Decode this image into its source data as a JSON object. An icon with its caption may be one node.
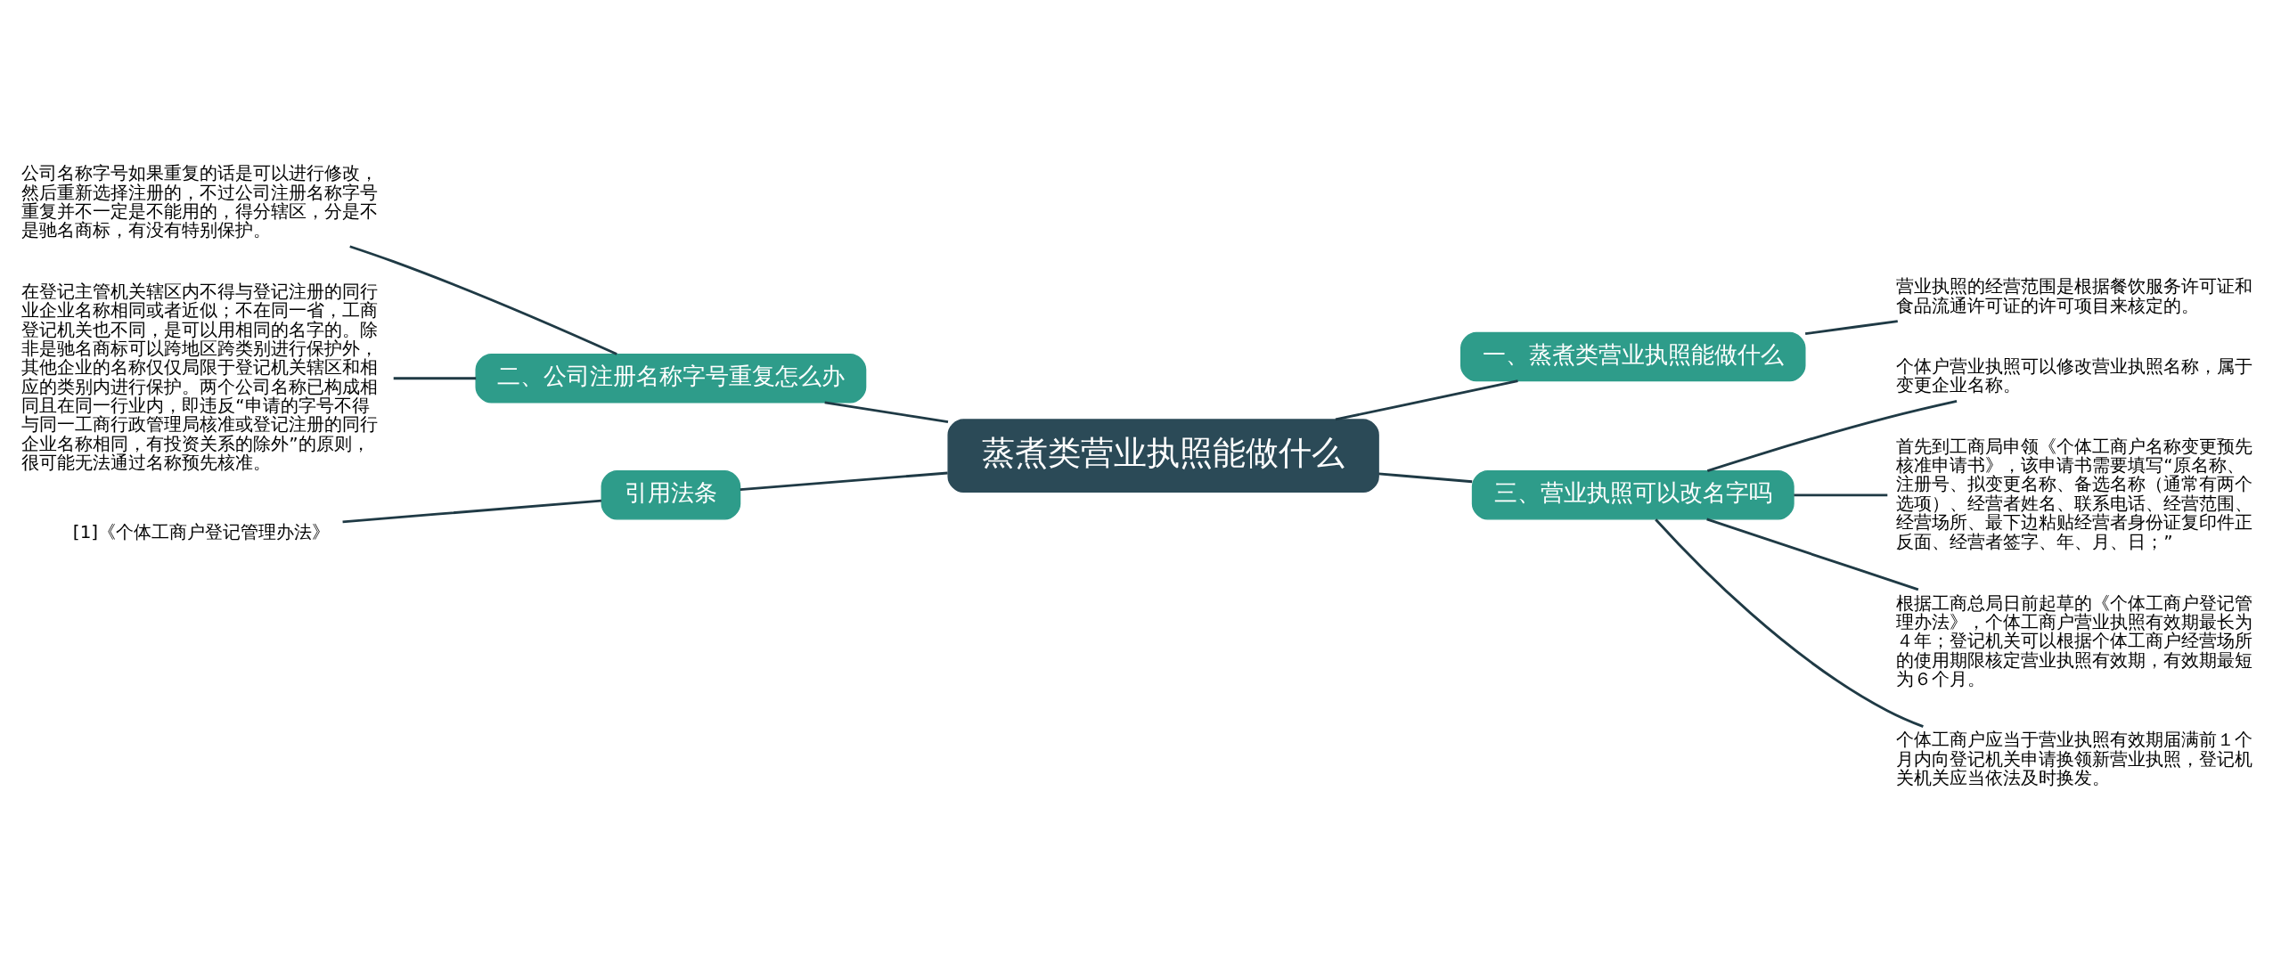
{
  "diagram": {
    "nodes": [
      {
        "text": [
          "蒸煮类营业执照能做什么"
        ]
      },
      {
        "text": [
          "一、蒸煮类营业执照能做什么"
        ]
      },
      {
        "text": [
          "营业执照的经营范围是根据餐饮服务许可证和食品流通许可证的许可项目来核定的。"
        ]
      },
      {
        "text": [
          "二、公司注册名称字号重复怎么办"
        ]
      },
      {
        "text": [
          "公司名称字号如果重复的话是可以进行修改，然后重新选择注册的，不过公司注册名称字号重复并不一定是不能用的，得分辖区，分是不是驰名商标，有没有特别保护。"
        ]
      },
      {
        "text": [
          "在登记主管机关辖区内不得与登记注册的同行业企业名称相同或者近似；不在同一省，工商登记机关也不同，是可以用相同的名字的。除非是驰名商标可以跨地区跨类别进行保护外，其他企业的名称仅仅局限于登记机关辖区和相应的类别内进行保护。两个公司名称已构成相同且在同一行业内，即违反“申请的字号不得与同一工商行政管理局核准或登记注册的同行企业名称相同，有投资关系的除外”的原则，很可能无法通过名称预先核准。"
        ]
      },
      {
        "text": [
          "三、营业执照可以改名字吗"
        ]
      },
      {
        "text": [
          "个体户营业执照可以修改营业执照名称，属于变更企业名称。"
        ]
      },
      {
        "text": [
          "首先到工商局申领《个体工商户名称变更预先核准申请书》，该申请书需要填写“原名称、注册号、拟变更名称、备选名称（通常有两个选项）、经营者姓名、联系电话、经营范围、经营场所、最下边粘贴经营者身份证复印件正反面、经营者签字、年、月、日；”"
        ]
      },
      {
        "text": [
          "根据工商总局日前起草的《个体工商户登记管理办法》，个体工商户营业执照有效期最长为４年；登记机关可以根据个体工商户经营场所的使用期限核定营业执照有效期，有效期最短为６个月。"
        ]
      },
      {
        "text": [
          "个体工商户应当于营业执照有效期届满前１个月内向登记机关申请换领新营业执照，登记机关机关应当依法及时换发。"
        ]
      },
      {
        "text": [
          "引用法条"
        ]
      },
      {
        "text": [
          "[1]《个体工商户登记管理办法》"
        ]
      }
    ],
    "edges": [
      {
        "from": 0,
        "to": 1,
        "arrow": "none"
      },
      {
        "from": 1,
        "to": 2,
        "arrow": "none"
      },
      {
        "from": 0,
        "to": 3,
        "arrow": "none"
      },
      {
        "from": 3,
        "to": 4,
        "arrow": "none"
      },
      {
        "from": 3,
        "to": 5,
        "arrow": "none"
      },
      {
        "from": 0,
        "to": 6,
        "arrow": "none"
      },
      {
        "from": 6,
        "to": 7,
        "arrow": "none"
      },
      {
        "from": 6,
        "to": 8,
        "arrow": "none"
      },
      {
        "from": 6,
        "to": 9,
        "arrow": "none"
      },
      {
        "from": 6,
        "to": 10,
        "arrow": "none"
      },
      {
        "from": 0,
        "to": 11,
        "arrow": "none"
      },
      {
        "from": 11,
        "to": 12,
        "arrow": "none"
      }
    ]
  }
}
